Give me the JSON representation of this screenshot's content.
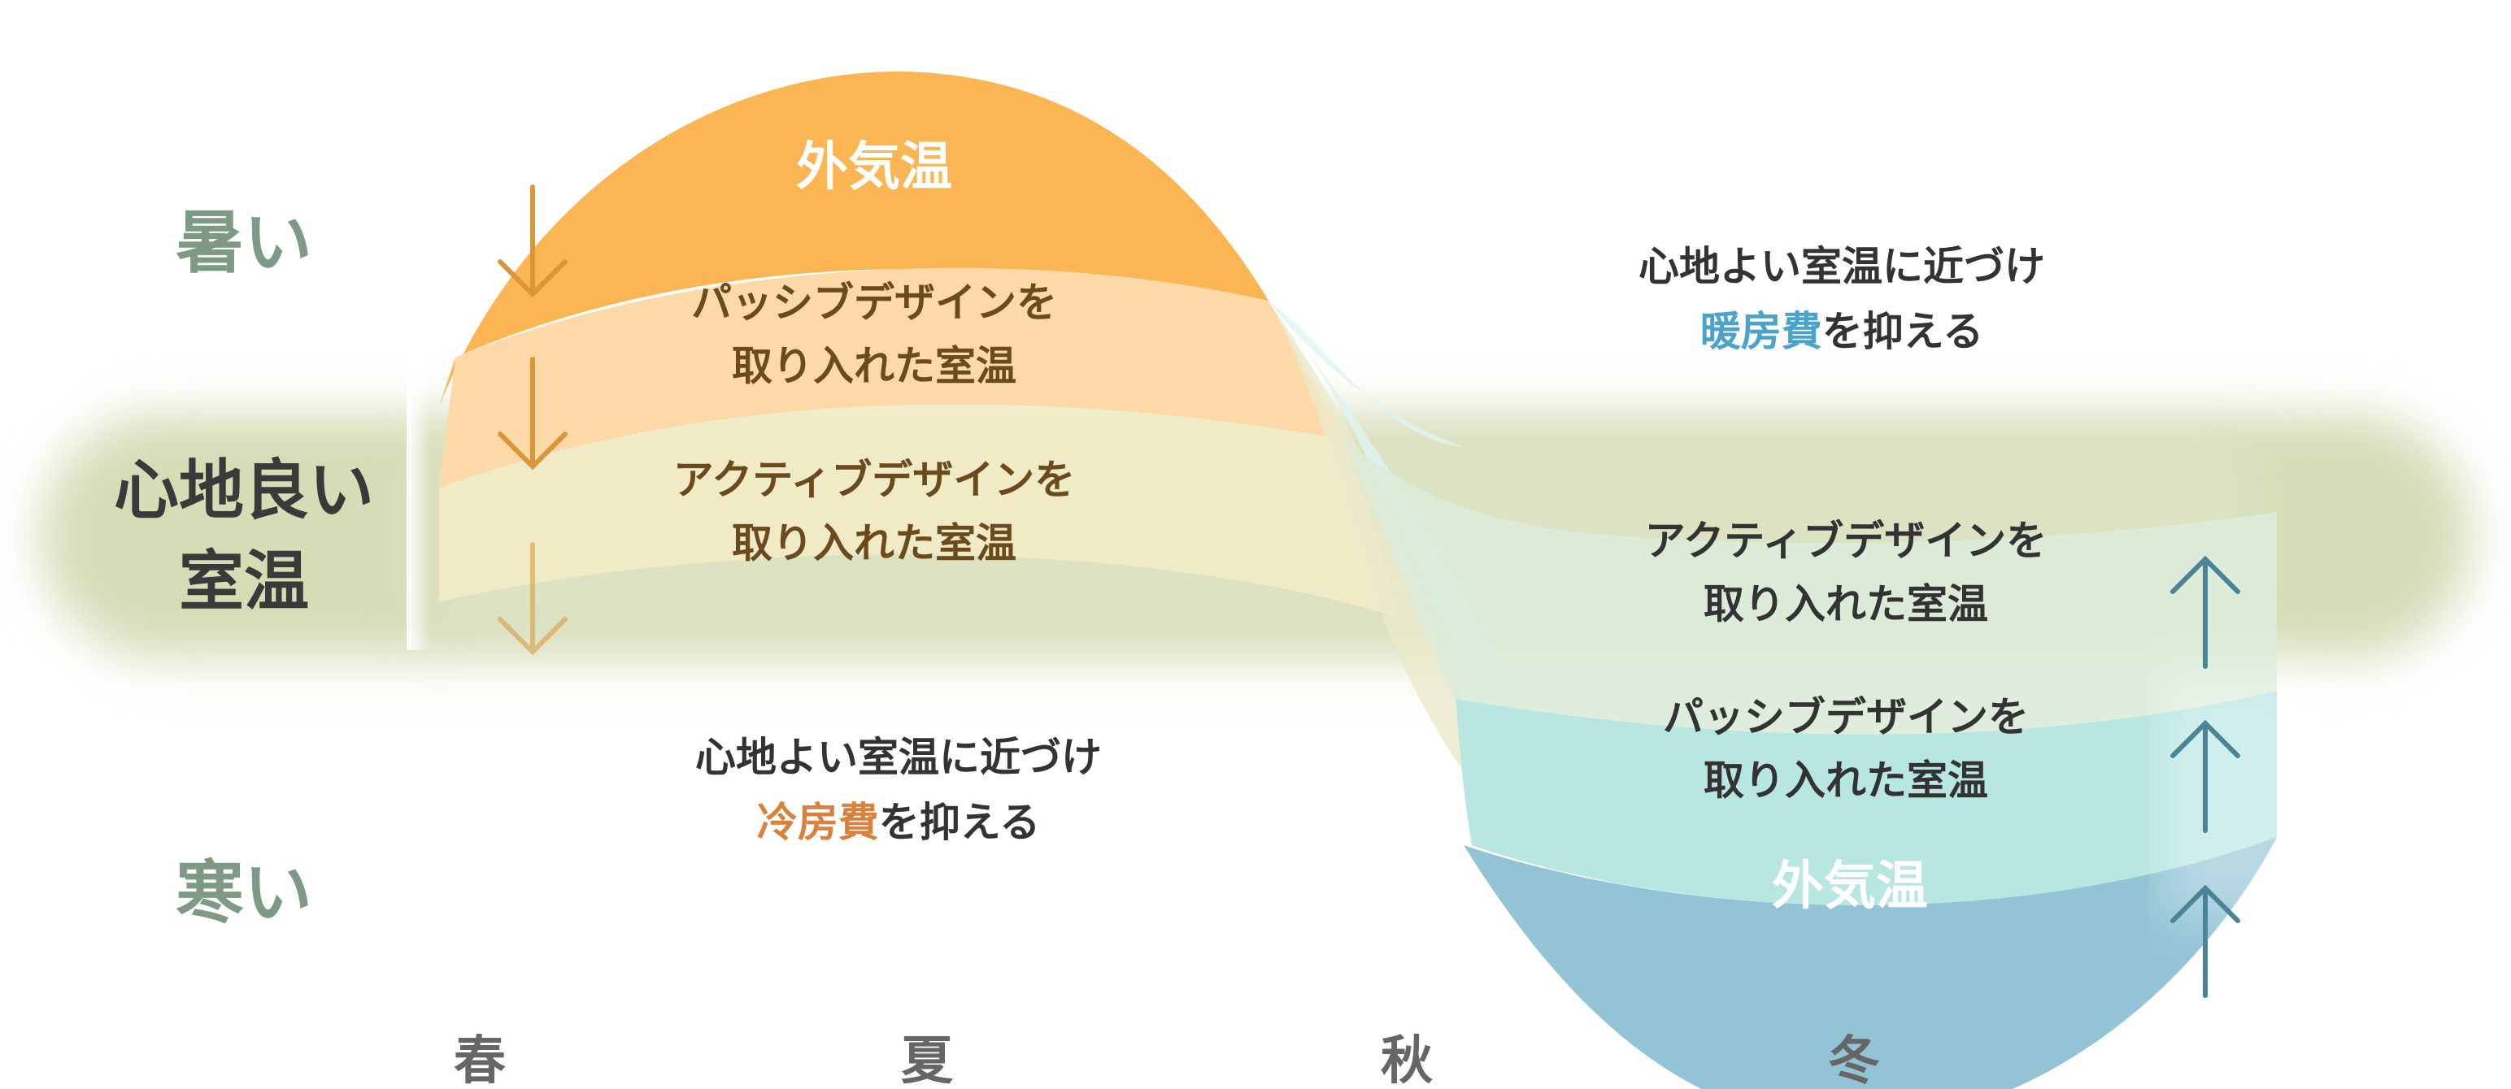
{
  "axis": {
    "hot": "暑い",
    "comfortable_line1": "心地良い",
    "comfortable_line2": "室温",
    "cold": "寒い"
  },
  "seasons": [
    "春",
    "夏",
    "秋",
    "冬"
  ],
  "summer": {
    "outside_temp": "外気温",
    "passive_line1": "パッシブデザインを",
    "passive_line2": "取り入れた室温",
    "active_line1": "アクティブデザインを",
    "active_line2": "取り入れた室温",
    "message_line1": "心地よい室温に近づけ",
    "message_highlight": "冷房費",
    "message_rest": "を抑える"
  },
  "winter": {
    "outside_temp": "外気温",
    "passive_line1": "パッシブデザインを",
    "passive_line2": "取り入れた室温",
    "active_line1": "アクティブデザインを",
    "active_line2": "取り入れた室温",
    "message_line1": "心地よい室温に近づけ",
    "message_highlight": "暖房費",
    "message_rest": "を抑える"
  },
  "colors": {
    "cooling": "#d9823e",
    "heating": "#4aa3c8",
    "summer_arrow": "#d9963a",
    "winter_arrow": "#4a8496"
  }
}
